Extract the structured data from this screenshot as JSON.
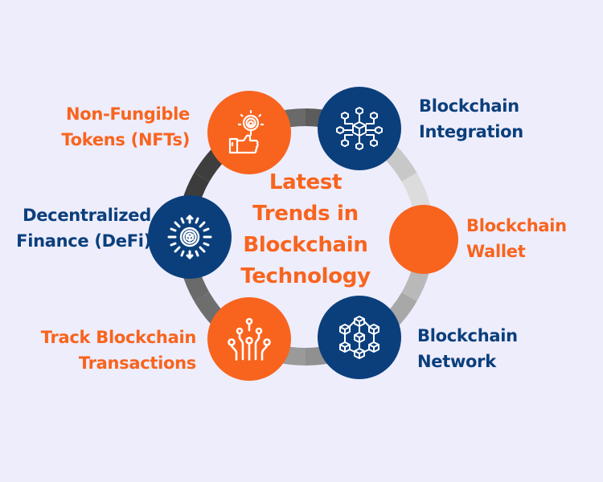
{
  "colors": {
    "background": "#eeedfc",
    "orange": "#f8641e",
    "navy": "#0b3f7c",
    "icon_stroke": "#ffffff"
  },
  "title": {
    "lines": [
      "Latest",
      "Trends in",
      "Blockchain",
      "Technology"
    ]
  },
  "ring": {
    "segments": [
      "#5c5c5c",
      "#c8c8c8",
      "#dcdcdc",
      "#b9b9b9",
      "#a8a8a8",
      "#909090",
      "#9a9a9a",
      "#6e6e6e",
      "#6a6a6a",
      "#3c3c3c",
      "#3e3e3e",
      "#6a6a6a"
    ]
  },
  "nodes": [
    {
      "id": "nfts",
      "color": "orange",
      "icon": "hand-magnifier-icon",
      "label_lines": [
        "Non-Fungible",
        "Tokens (NFTs)"
      ]
    },
    {
      "id": "integration",
      "color": "navy",
      "icon": "blockchain-hub-icon",
      "label_lines": [
        "Blockchain",
        "Integration"
      ]
    },
    {
      "id": "defi",
      "color": "navy",
      "icon": "decentralized-cube-icon",
      "label_lines": [
        "Decentralized",
        "Finance (DeFi)"
      ]
    },
    {
      "id": "wallet",
      "color": "orange",
      "icon": "",
      "label_lines": [
        "Blockchain",
        "Wallet"
      ]
    },
    {
      "id": "track",
      "color": "orange",
      "icon": "circuit-nodes-icon",
      "label_lines": [
        "Track Blockchain",
        "Transactions"
      ]
    },
    {
      "id": "network",
      "color": "navy",
      "icon": "cube-network-icon",
      "label_lines": [
        "Blockchain",
        "Network"
      ]
    }
  ]
}
